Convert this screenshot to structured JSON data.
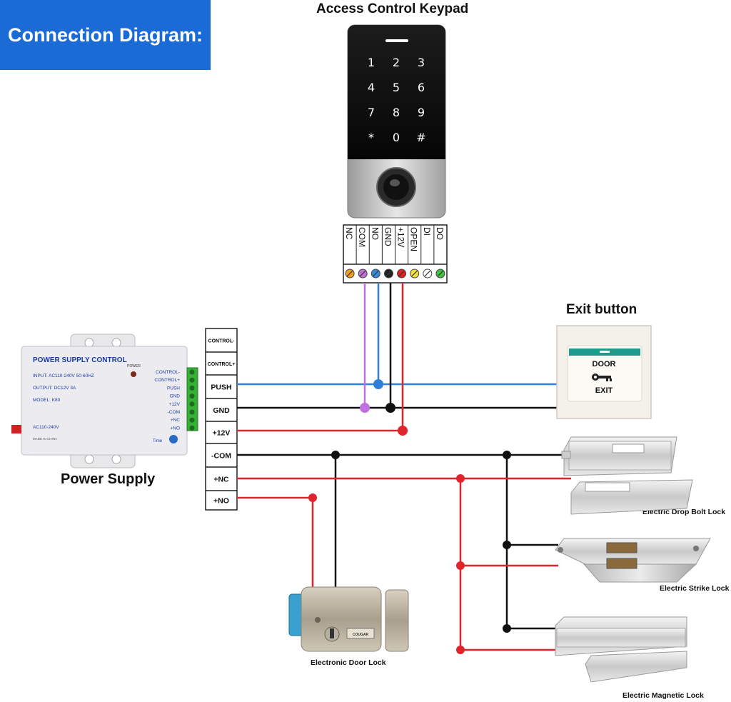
{
  "header": {
    "title": "Connection Diagram:"
  },
  "keypad": {
    "title": "Access Control Keypad",
    "keys": [
      "1",
      "2",
      "3",
      "4",
      "5",
      "6",
      "7",
      "8",
      "9",
      "*",
      "0",
      "#"
    ],
    "terminals": [
      "NC",
      "COM",
      "NO",
      "GND",
      "+12V",
      "OPEN",
      "DI",
      "DO"
    ],
    "terminal_colors": [
      "#f0a020",
      "#c070d0",
      "#3a8ad8",
      "#222222",
      "#e02020",
      "#f0e040",
      "#ffffff",
      "#40c040"
    ]
  },
  "power_supply": {
    "label": "Power Supply",
    "device_title": "POWER SUPPLY CONTROL",
    "power_led": "POWER",
    "input": "INPUT: AC110-240V 50-60HZ",
    "output": "OUTPUT: DC12V 3A",
    "model": "MODEL: K80",
    "ac": "AC110-240V",
    "made_in": "MADE IN CHINA",
    "time": "Time",
    "side_labels": [
      "CONTROL-",
      "CONTROL+",
      "PUSH",
      "GND",
      "+12V",
      "-COM",
      "+NC",
      "+NO"
    ]
  },
  "terminal_block": {
    "labels": [
      "CONTROL-",
      "CONTROL+",
      "PUSH",
      "GND",
      "+12V",
      "-COM",
      "+NC",
      "+NO"
    ]
  },
  "exit_button": {
    "label": "Exit button",
    "plate_top": "DOOR",
    "plate_bottom": "EXIT"
  },
  "locks": {
    "drop_bolt": "Electric Drop Bolt Lock",
    "strike": "Electric Strike Lock",
    "magnetic": "Electric Magnetic Lock",
    "door_lock": "Electronic Door Lock",
    "door_lock_brand": "COUGAR"
  },
  "colors": {
    "banner": "#1b6bd6",
    "wire_blue": "#2f7fd8",
    "wire_black": "#111111",
    "wire_red": "#e0242c",
    "wire_purple": "#c070e0"
  }
}
